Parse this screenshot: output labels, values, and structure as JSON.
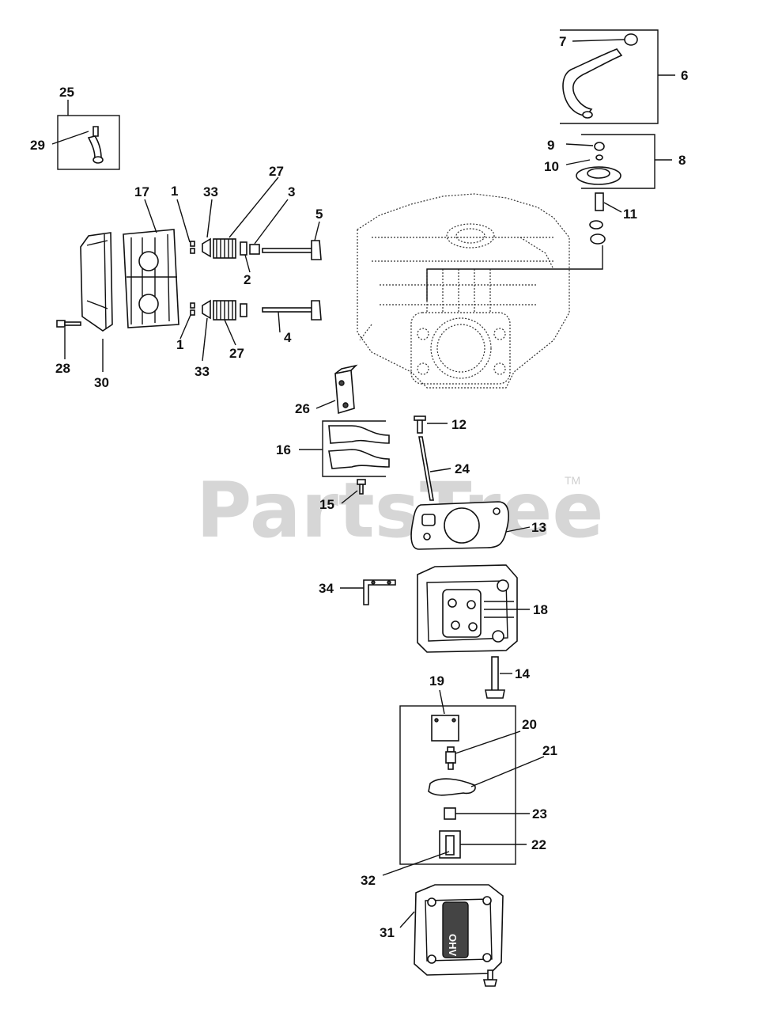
{
  "watermark": {
    "text": "PartsTree",
    "tm": "TM"
  },
  "callouts": {
    "c1a": "1",
    "c1b": "1",
    "c2": "2",
    "c3": "3",
    "c4": "4",
    "c5": "5",
    "c6": "6",
    "c7": "7",
    "c8": "8",
    "c9": "9",
    "c10": "10",
    "c11": "11",
    "c12": "12",
    "c13": "13",
    "c14": "14",
    "c15": "15",
    "c16": "16",
    "c17": "17",
    "c18": "18",
    "c19": "19",
    "c20": "20",
    "c21": "21",
    "c22": "22",
    "c23": "23",
    "c24": "24",
    "c25": "25",
    "c26": "26",
    "c27a": "27",
    "c27b": "27",
    "c28": "28",
    "c29": "29",
    "c30": "30",
    "c31": "31",
    "c32": "32",
    "c33a": "33",
    "c33b": "33",
    "c34": "34"
  },
  "cover_emboss": "OHV"
}
